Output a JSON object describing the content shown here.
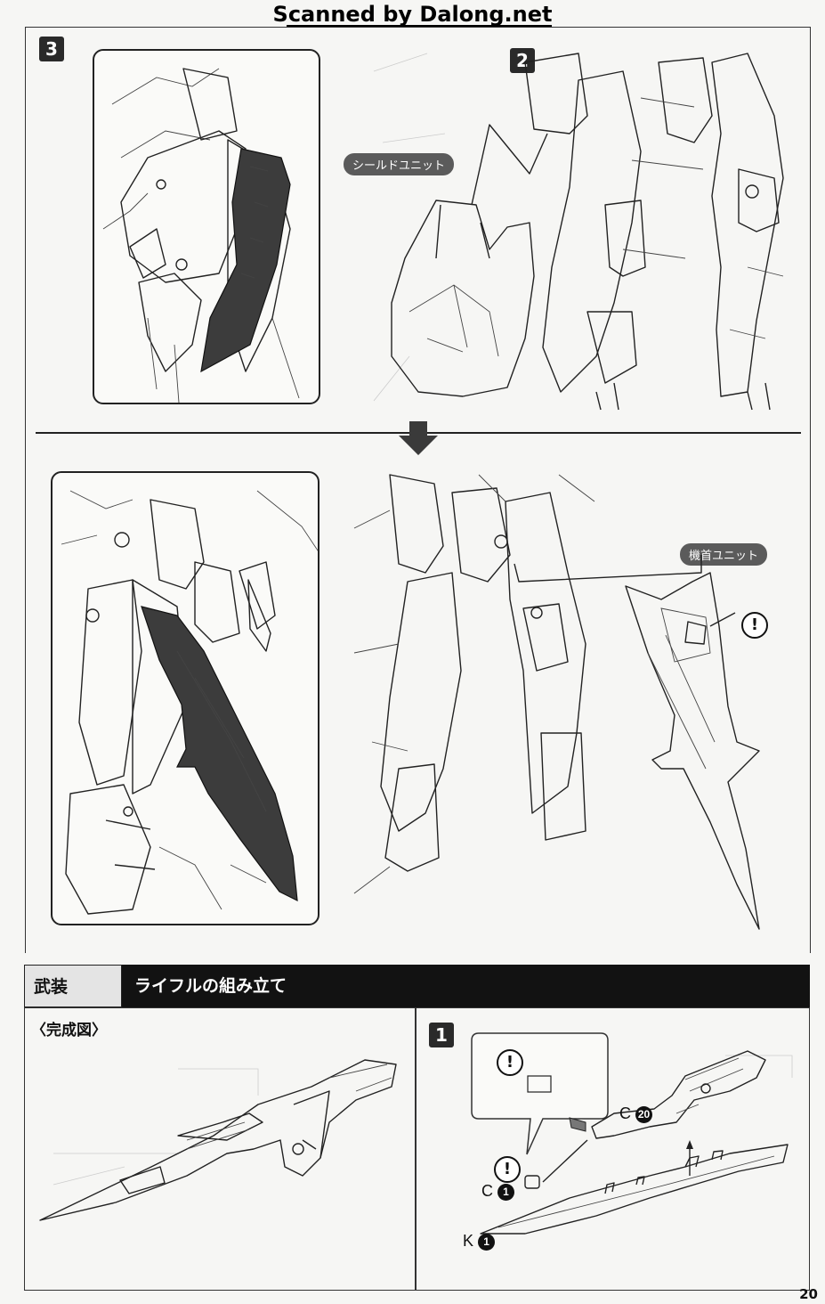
{
  "header": {
    "scan_credit": "Scanned by Dalong.net"
  },
  "steps": {
    "step3_label": "3",
    "step2_label": "2",
    "rifle_step1_label": "1"
  },
  "callouts": {
    "shield_unit": "シールドユニット",
    "nose_unit": "機首ユニット",
    "warning_mark": "!"
  },
  "section": {
    "category": "武装",
    "title": "ライフルの組み立て"
  },
  "completed_view": {
    "label": "〈完成図〉"
  },
  "parts": {
    "c20": {
      "letter": "C",
      "number": "20"
    },
    "c1": {
      "letter": "C",
      "number": "1"
    },
    "k1": {
      "letter": "K",
      "number": "1"
    }
  },
  "page_number": "20",
  "icons": [
    "down-arrow-icon",
    "warning-icon"
  ]
}
